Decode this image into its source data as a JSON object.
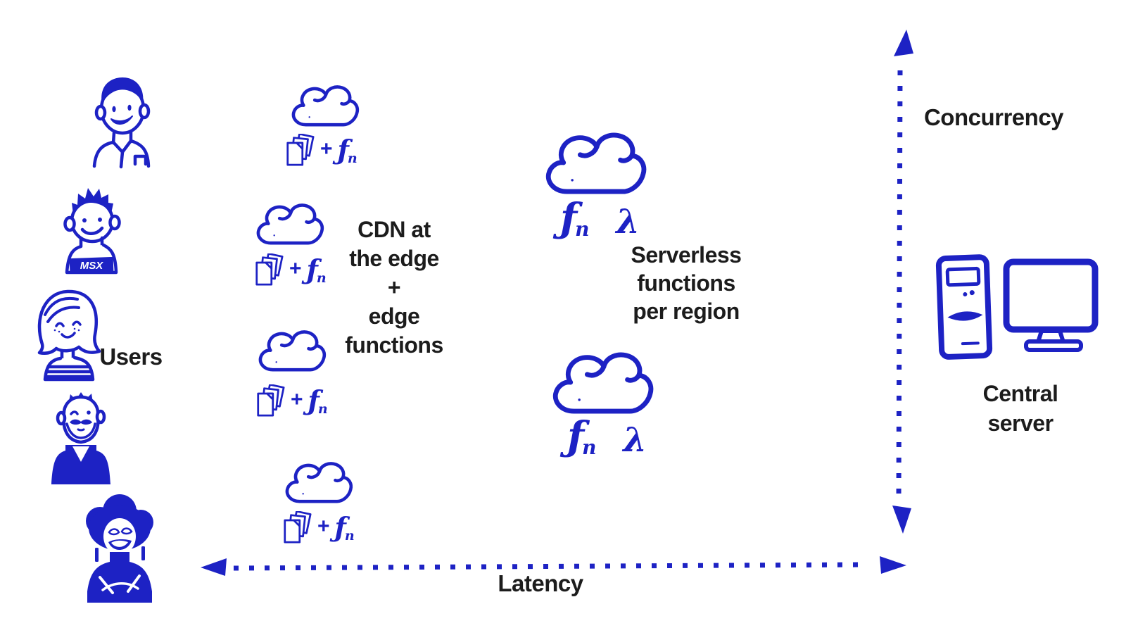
{
  "colors": {
    "ink": "#1d22c4",
    "label_text": "#1c1c1c",
    "background": "#ffffff"
  },
  "users": {
    "label": "Users",
    "avatars": [
      {
        "name": "man-short-hair"
      },
      {
        "name": "boy-spiky-hair",
        "shirt_text": "MSX"
      },
      {
        "name": "woman-bob-hair"
      },
      {
        "name": "man-beard"
      },
      {
        "name": "woman-afro"
      }
    ]
  },
  "edge": {
    "label_lines": [
      "CDN at",
      "the edge",
      "+",
      "edge",
      "functions"
    ],
    "symbols": {
      "plus": "+",
      "fn": "ƒ",
      "fn_sub": "n"
    }
  },
  "regions": {
    "label_lines": [
      "Serverless",
      "functions",
      "per region"
    ],
    "symbols": {
      "fn": "ƒ",
      "fn_sub": "n",
      "lambda": "λ"
    }
  },
  "central_server": {
    "label_lines": [
      "Central",
      "server"
    ]
  },
  "axes": {
    "vertical": {
      "label": "Concurrency",
      "style": "dotted-double-arrow"
    },
    "horizontal": {
      "label": "Latency",
      "style": "dotted-double-arrow"
    }
  }
}
